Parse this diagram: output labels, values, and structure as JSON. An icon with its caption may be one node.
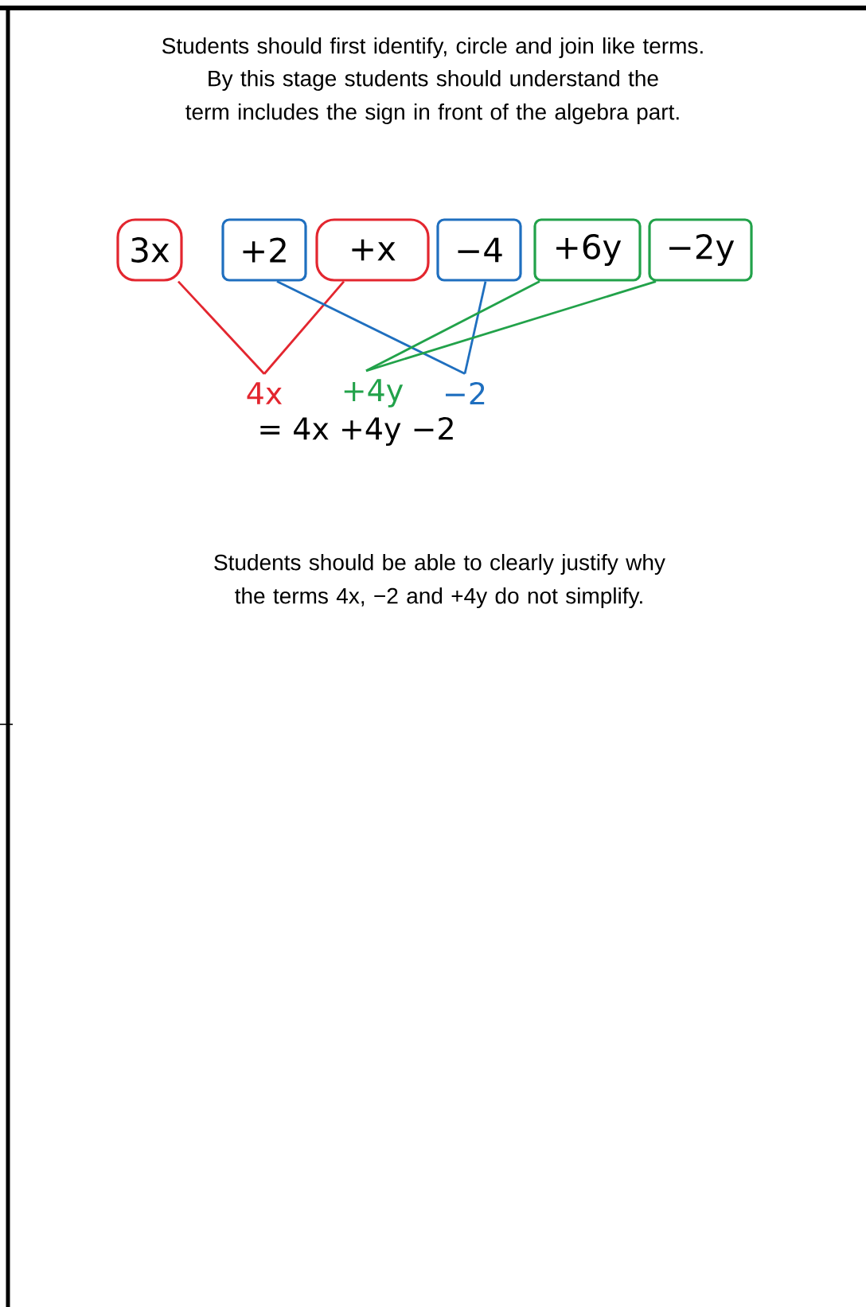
{
  "diagram": {
    "nodes": [
      {
        "text": [
          "3x"
        ]
      },
      {
        "text": [
          "+2"
        ]
      },
      {
        "text": [
          "+x"
        ]
      },
      {
        "text": [
          "−4"
        ]
      },
      {
        "text": [
          "+6y"
        ]
      },
      {
        "text": [
          "−2y"
        ]
      },
      {
        "text": [
          "4x"
        ]
      },
      {
        "text": [
          "+4y"
        ]
      },
      {
        "text": [
          "−2"
        ]
      }
    ],
    "edges": [
      {
        "from": 0,
        "to": 6,
        "arrow": "none",
        "color": "#e3262f"
      },
      {
        "from": 2,
        "to": 6,
        "arrow": "none",
        "color": "#e3262f"
      },
      {
        "from": 1,
        "to": 8,
        "arrow": "none",
        "color": "#1f6fbf"
      },
      {
        "from": 3,
        "to": 8,
        "arrow": "none",
        "color": "#1f6fbf"
      },
      {
        "from": 4,
        "to": 7,
        "arrow": "none",
        "color": "#22a24a"
      },
      {
        "from": 5,
        "to": 7,
        "arrow": "none",
        "color": "#22a24a"
      }
    ],
    "labels": [
      "Students should first identify, circle and join like terms.",
      "By this stage students should understand the term includes the sign in front of the algebra part.",
      "= 4x +4y −2",
      "Students should be able to clearly justify why the terms 4x, −2 and +4y do not simplify."
    ]
  }
}
